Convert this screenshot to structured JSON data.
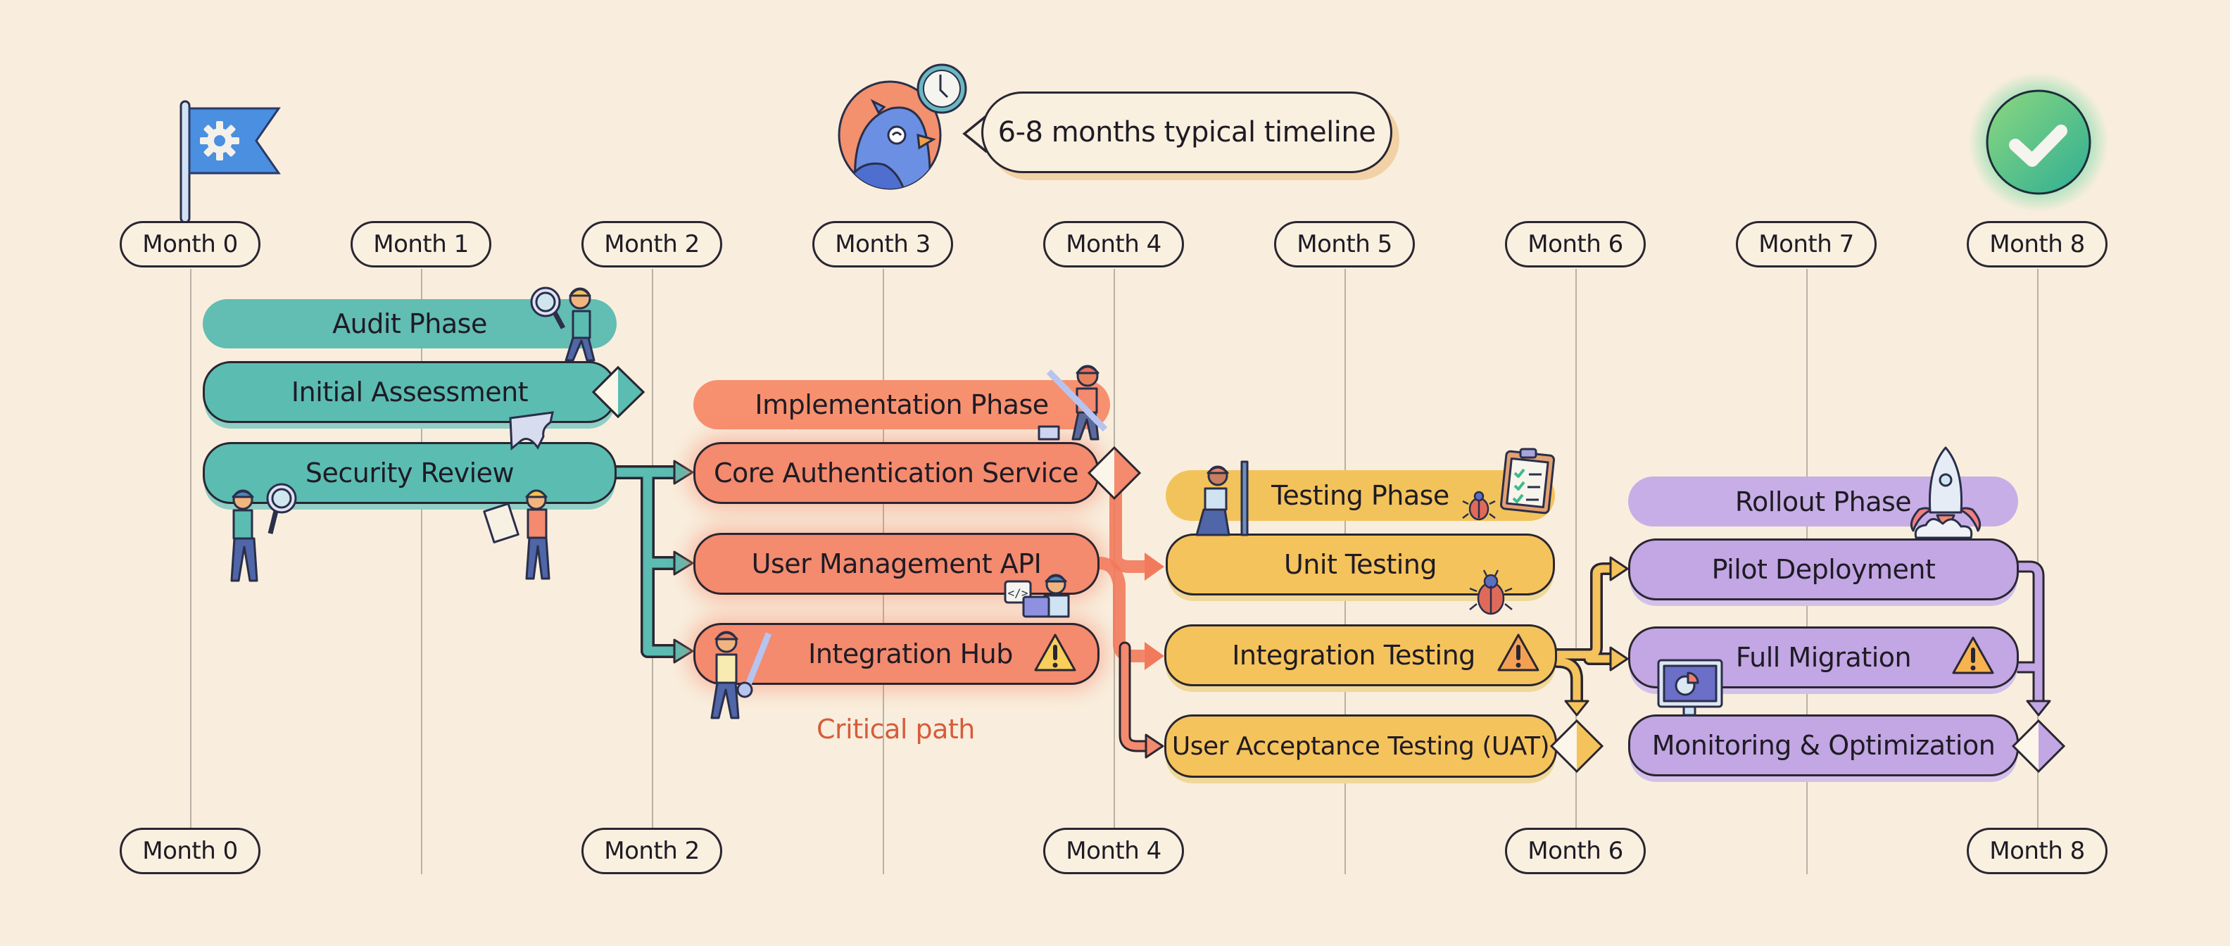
{
  "callout": {
    "text": "6-8 months typical timeline",
    "avatar_icon": "bird-mascot-icon",
    "clock_icon": "clock-icon"
  },
  "start_marker": {
    "icon": "gear-flag-icon"
  },
  "end_marker": {
    "icon": "check-circle-icon"
  },
  "axis_top": [
    "Month 0",
    "Month 1",
    "Month 2",
    "Month 3",
    "Month 4",
    "Month 5",
    "Month 6",
    "Month 7",
    "Month 8"
  ],
  "axis_bottom": [
    "Month 0",
    "Month 2",
    "Month 4",
    "Month 6",
    "Month 8"
  ],
  "phases": {
    "audit": {
      "label": "Audit Phase",
      "color": "#62bdb3",
      "tasks": [
        {
          "label": "Initial Assessment",
          "milestone": true
        },
        {
          "label": "Security Review",
          "milestone": false
        }
      ]
    },
    "implementation": {
      "label": "Implementation Phase",
      "color": "#f7906f",
      "tasks": [
        {
          "label": "Core Authentication Service",
          "milestone": true
        },
        {
          "label": "User Management API",
          "milestone": false
        },
        {
          "label": "Integration Hub",
          "milestone": false,
          "warning": true
        }
      ],
      "note": "Critical path"
    },
    "testing": {
      "label": "Testing Phase",
      "color": "#f3c35b",
      "tasks": [
        {
          "label": "Unit Testing",
          "milestone": false
        },
        {
          "label": "Integration Testing",
          "milestone": false,
          "warning": true
        },
        {
          "label": "User Acceptance Testing (UAT)",
          "milestone": true
        }
      ]
    },
    "rollout": {
      "label": "Rollout Phase",
      "color": "#c8aee6",
      "tasks": [
        {
          "label": "Pilot Deployment",
          "milestone": false
        },
        {
          "label": "Full Migration",
          "milestone": false,
          "warning": true
        },
        {
          "label": "Monitoring & Optimization",
          "milestone": true
        }
      ]
    }
  },
  "colors": {
    "background": "#f9eedd",
    "teal": "#5bbcb2",
    "coral": "#f48a6e",
    "amber": "#f5c35b",
    "violet": "#c3a6e4",
    "critical_text": "#d65c3c",
    "success": "#3fb98a",
    "flag": "#4a8fe0"
  }
}
